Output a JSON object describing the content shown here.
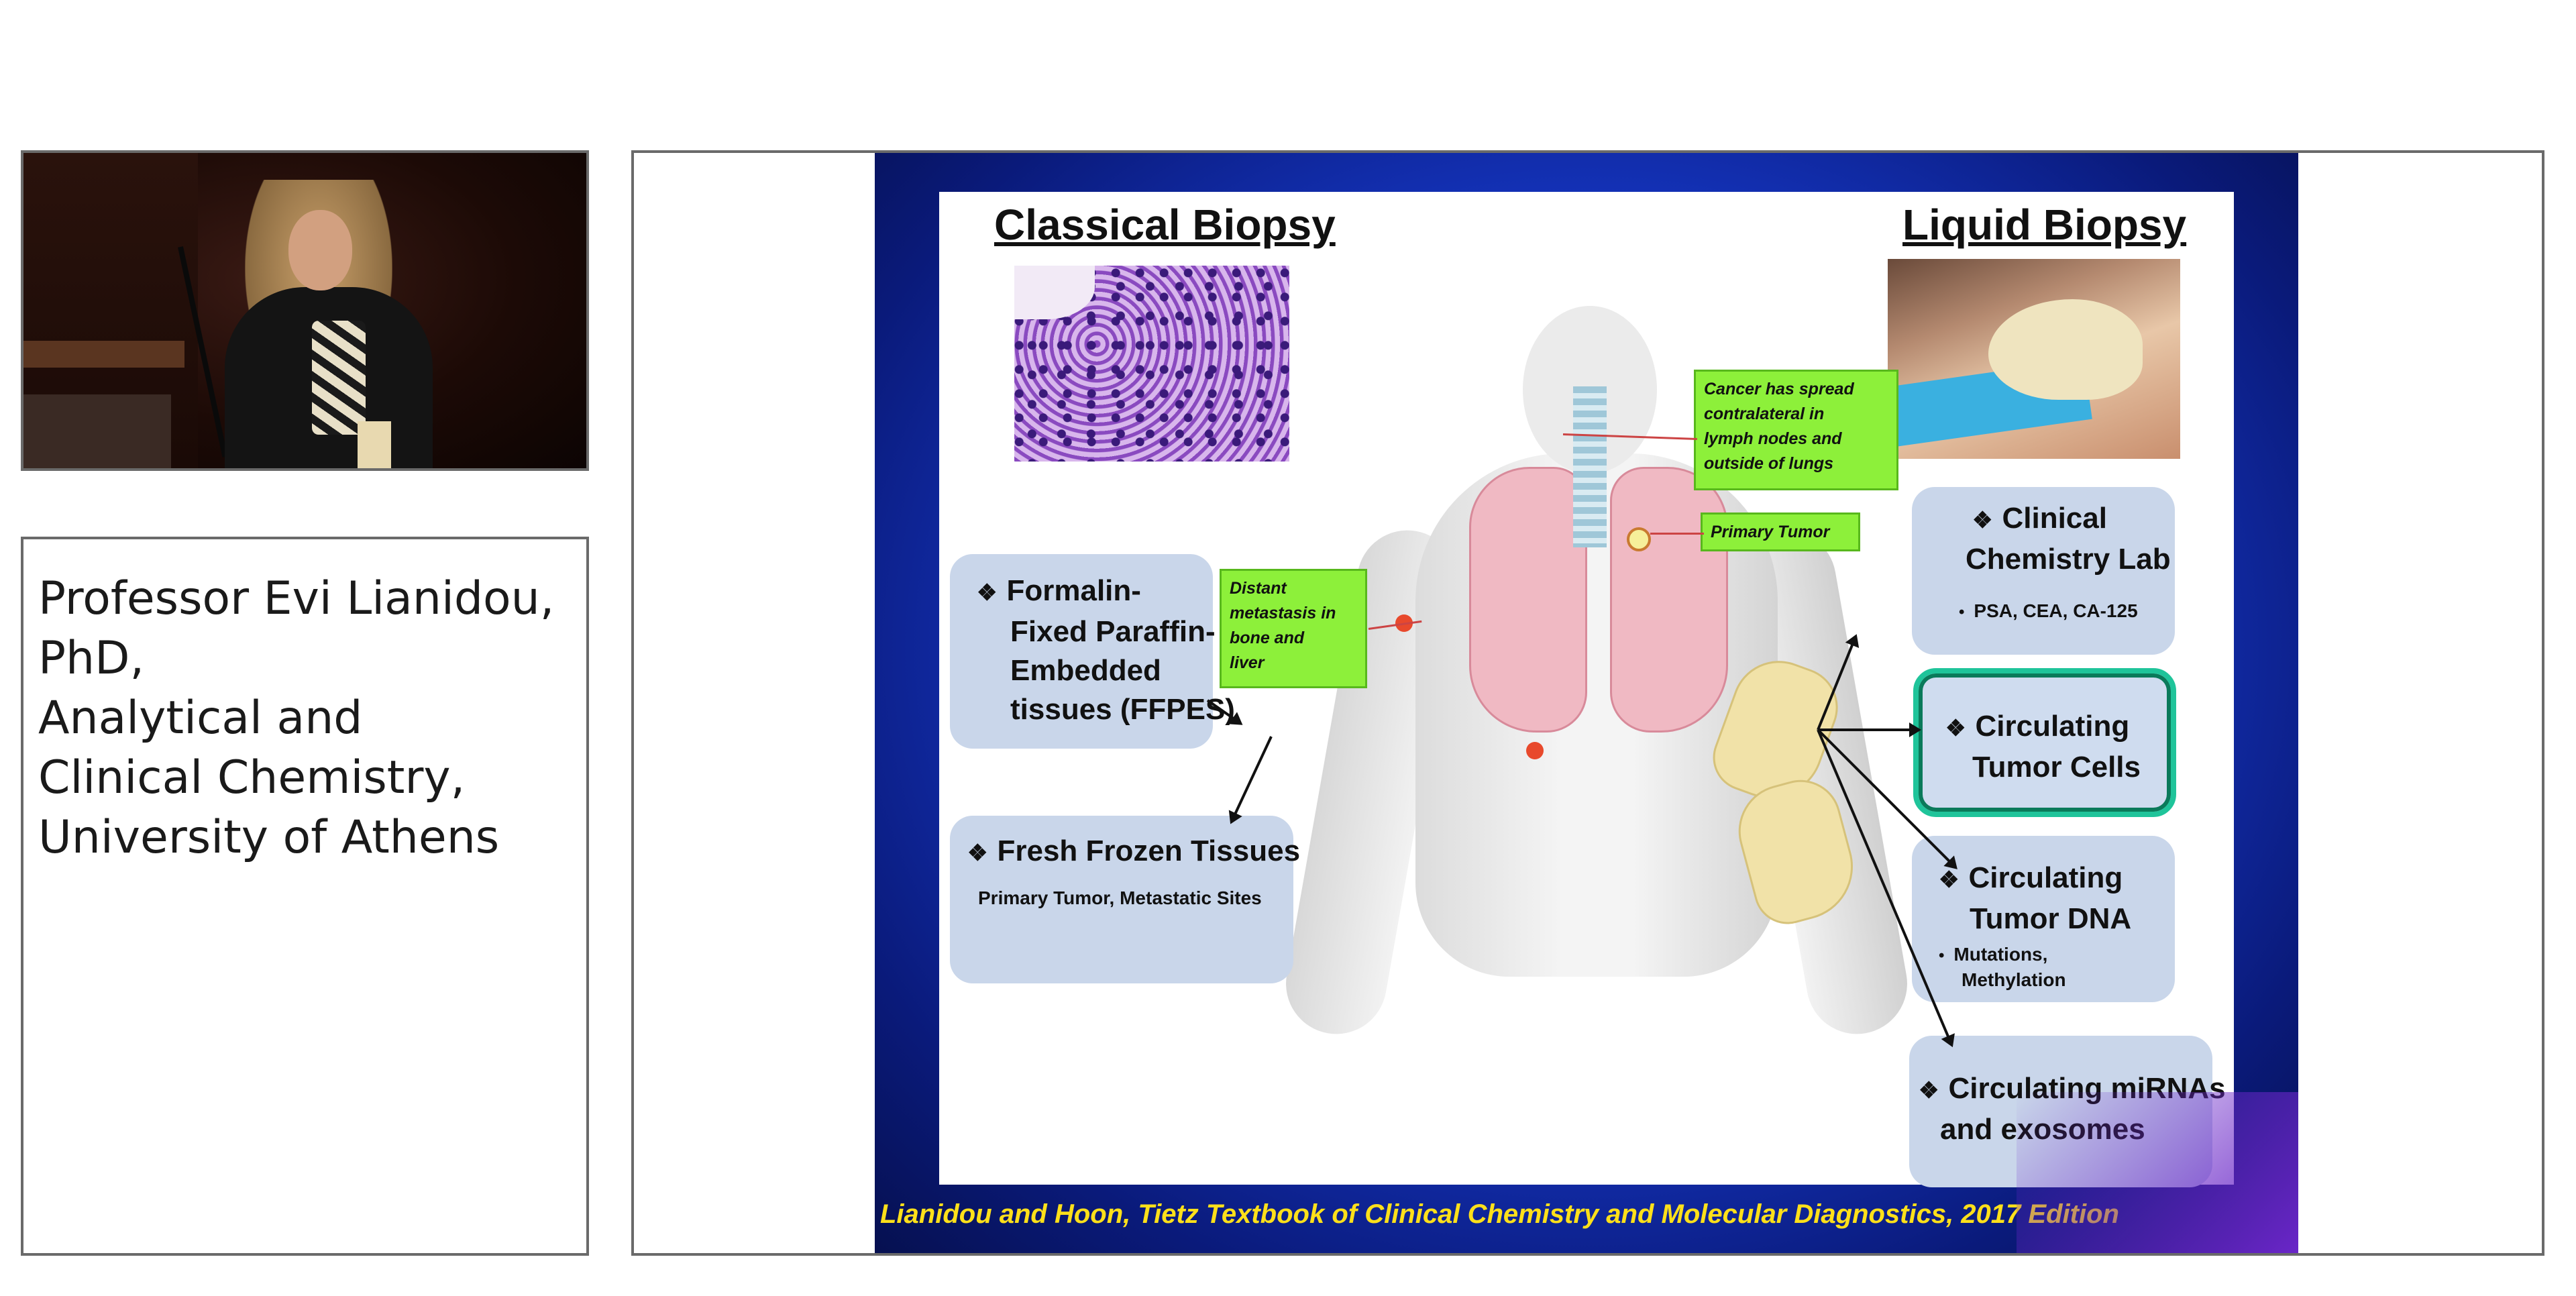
{
  "speaker": {
    "name_lines": [
      "Professor Evi Lianidou,",
      "PhD,",
      "Analytical and",
      "Clinical Chemistry,",
      "University of Athens"
    ]
  },
  "slide": {
    "heading_left": "Classical Biopsy",
    "heading_right": "Liquid Biopsy",
    "left_boxes": [
      {
        "title_lines": [
          "Formalin-",
          "Fixed Paraffin-",
          "Embedded",
          "tissues (FFPES)"
        ]
      },
      {
        "title_lines": [
          "Fresh Frozen Tissues"
        ],
        "sub": "Primary Tumor, Metastatic Sites"
      }
    ],
    "right_boxes": [
      {
        "title_lines": [
          "Clinical",
          "Chemistry Lab"
        ],
        "sub": "PSA, CEA, CA-125"
      },
      {
        "title_lines": [
          "Circulating",
          "Tumor Cells"
        ],
        "highlighted": true
      },
      {
        "title_lines": [
          "Circulating",
          "Tumor DNA"
        ],
        "sub_lines": [
          "Mutations,",
          "Methylation"
        ]
      },
      {
        "title_lines": [
          "Circulating miRNAs",
          "and exosomes"
        ]
      }
    ],
    "callouts": {
      "spread": [
        "Cancer has spread",
        "contralateral in",
        "lymph nodes and",
        "outside of lungs"
      ],
      "primary": "Primary Tumor",
      "distant": [
        "Distant",
        "metastasis in",
        "bone and",
        "liver"
      ]
    },
    "bullet_glyph": "❖",
    "small_bullet": "•",
    "citation": "Lianidou and Hoon, Tietz Textbook of Clinical Chemistry and Molecular Diagnostics, 2017 Edition",
    "colors": {
      "highlight_border": "#1fc49a",
      "callout_bg": "#8df03a",
      "citation_text": "#ffe01a",
      "box_bg": "#c9d6ea"
    }
  }
}
